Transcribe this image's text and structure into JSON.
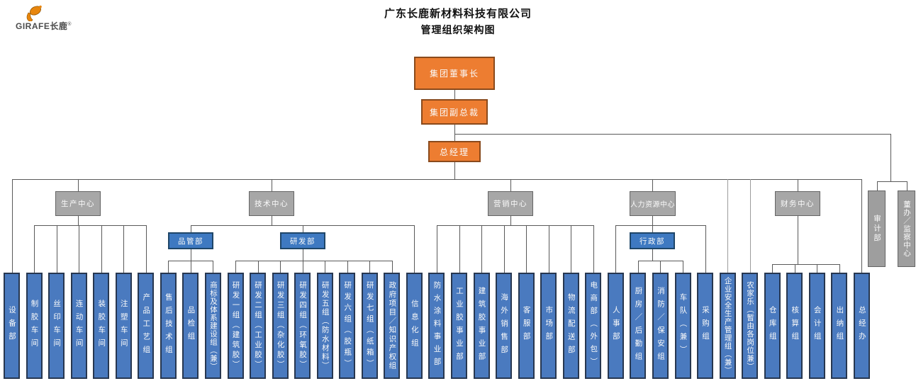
{
  "logo": {
    "brand_en": "GIRAFE",
    "brand_cn": "长鹿",
    "registered_mark": "®"
  },
  "title": {
    "line1": "广东长鹿新材料科技有限公司",
    "line2": "管理组织架构图"
  },
  "palette": {
    "executive_fill": "#ED7D31",
    "center_fill": "#A7A7A7",
    "department_fill": "#4A7ABF",
    "connector": "#595959"
  },
  "org": {
    "chairman": {
      "label": "集团董事长"
    },
    "vice_president": {
      "label": "集团副总裁"
    },
    "oversight": [
      {
        "label": "审计部"
      },
      {
        "label": "董办／监察中心"
      }
    ],
    "general_manager": {
      "label": "总经理"
    },
    "branches": [
      {
        "label": "设备部"
      },
      {
        "label": "生产中心",
        "children": [
          {
            "label": "制胶车间"
          },
          {
            "label": "丝印车间"
          },
          {
            "label": "连动车间"
          },
          {
            "label": "装胶车间"
          },
          {
            "label": "注塑车间"
          },
          {
            "label": "产品工艺组"
          }
        ]
      },
      {
        "label": "技术中心",
        "children": [
          {
            "label": "品管部",
            "children": [
              {
                "label": "售后技术组"
              },
              {
                "label": "品检组"
              },
              {
                "label": "商标及体系建设组（兼）"
              }
            ]
          },
          {
            "label": "研发部",
            "children": [
              {
                "label": "研发一组（建筑胶）"
              },
              {
                "label": "研发二组（工业胶）"
              },
              {
                "label": "研发三组（杂化胶）"
              },
              {
                "label": "研发四组（环氧胶）"
              },
              {
                "label": "研发五组（防水材料）"
              },
              {
                "label": "研发六组（胶瓶）"
              },
              {
                "label": "研发七组（纸箱）"
              },
              {
                "label": "政府项目／知识产权组"
              }
            ]
          },
          {
            "label": "信息化组"
          }
        ]
      },
      {
        "label": "营销中心",
        "children": [
          {
            "label": "防水涂料事业部"
          },
          {
            "label": "工业胶事业部"
          },
          {
            "label": "建筑胶事业部"
          },
          {
            "label": "海外销售部"
          },
          {
            "label": "客服部"
          },
          {
            "label": "市场部"
          },
          {
            "label": "物流配送部"
          },
          {
            "label": "电商部（外包）"
          }
        ]
      },
      {
        "label": "人力资源中心",
        "children": [
          {
            "label": "人事部"
          },
          {
            "label": "行政部",
            "children": [
              {
                "label": "厨房／后勤组"
              },
              {
                "label": "消防／保安组"
              },
              {
                "label": "车队（兼）"
              }
            ]
          },
          {
            "label": "采购组"
          }
        ]
      },
      {
        "label": "企业安全生产管理组（兼）"
      },
      {
        "label": "农家乐（暂由各岗位兼）"
      },
      {
        "label": "财务中心",
        "children": [
          {
            "label": "仓库组"
          },
          {
            "label": "核算组"
          },
          {
            "label": "会计组"
          },
          {
            "label": "出纳组"
          }
        ]
      },
      {
        "label": "总经办"
      }
    ]
  }
}
